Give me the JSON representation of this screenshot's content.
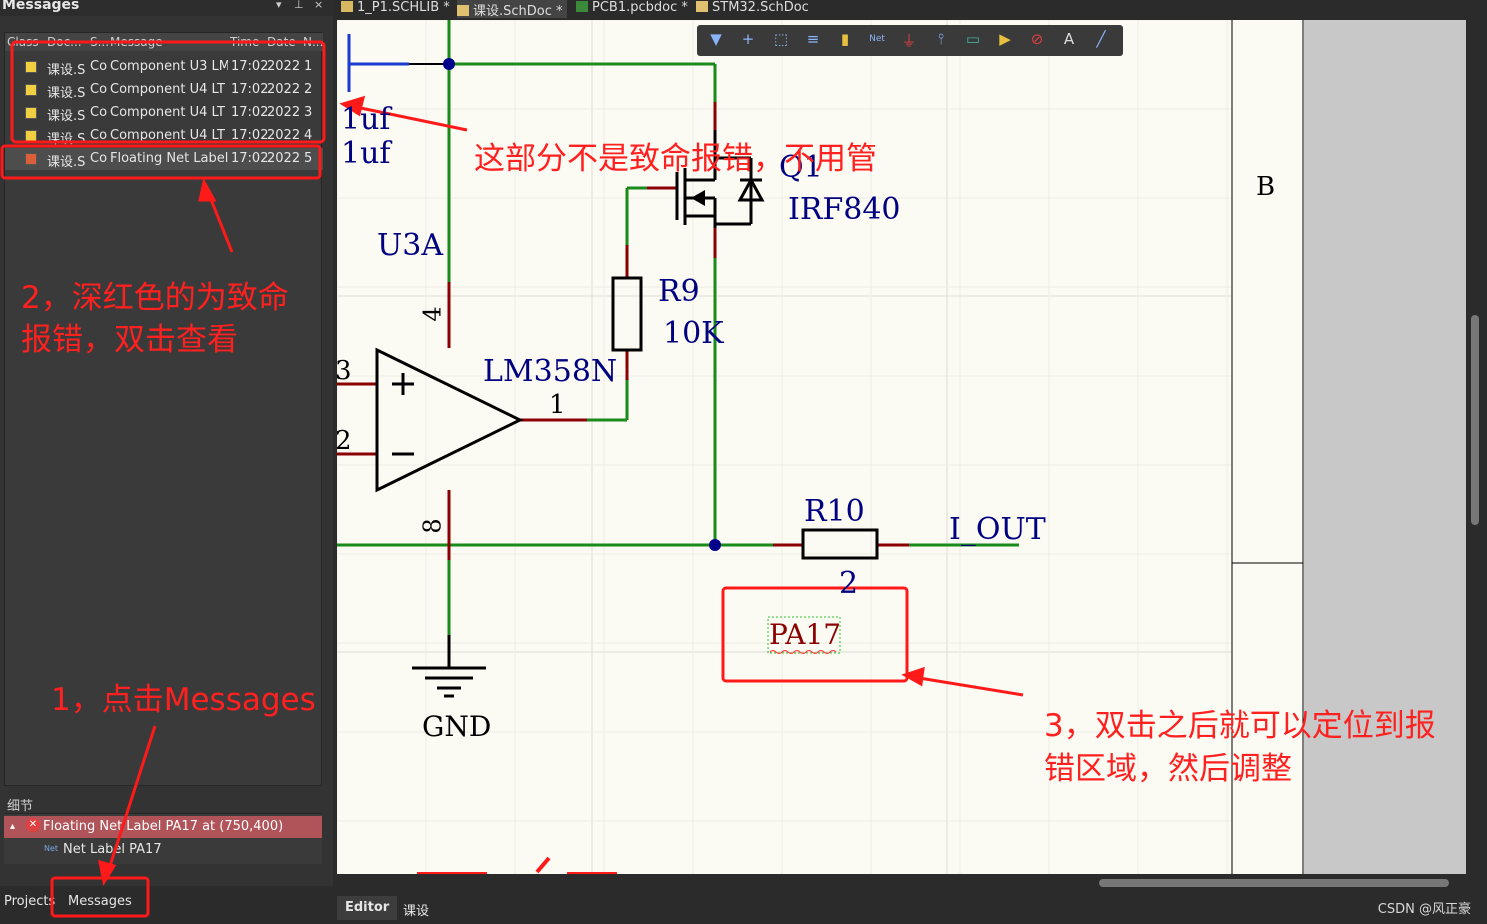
{
  "panel": {
    "title": "Messages",
    "controls": [
      "▾",
      "⊥",
      "×"
    ],
    "columns": [
      "Class",
      "Doc...",
      "S...",
      "Message",
      "Time",
      "Date",
      "N..."
    ],
    "rows": [
      {
        "doc": "课设.S",
        "source": "Co",
        "message": "Component U3 LM",
        "time": "17:02",
        "date": "2022,",
        "num": "1",
        "color": "#f0d040"
      },
      {
        "doc": "课设.S",
        "source": "Co",
        "message": "Component U4 LT",
        "time": "17:02",
        "date": "2022,",
        "num": "2",
        "color": "#f0d040"
      },
      {
        "doc": "课设.S",
        "source": "Co",
        "message": "Component U4 LT",
        "time": "17:02",
        "date": "2022,",
        "num": "3",
        "color": "#f0d040"
      },
      {
        "doc": "课设.S",
        "source": "Co",
        "message": "Component U4 LT",
        "time": "17:02",
        "date": "2022,",
        "num": "4",
        "color": "#f0d040"
      },
      {
        "doc": "课设.S",
        "source": "Co",
        "message": "Floating Net Label",
        "time": "17:02",
        "date": "2022,",
        "num": "5",
        "color": "#d9603a"
      }
    ],
    "detail_title": "细节",
    "detail_error": "Floating Net Label PA17 at (750,400)",
    "detail_child": "Net Label PA17",
    "bottom_tabs": [
      "Projects",
      "Messages"
    ]
  },
  "doc_tabs": [
    "1_P1.SCHLIB *",
    "课设.SchDoc *",
    "PCB1.pcbdoc *",
    "STM32.SchDoc"
  ],
  "editor_tabs": [
    "Editor",
    "课设"
  ],
  "watermark": "CSDN @风正豪",
  "schematic": {
    "cap_values": [
      "1uf",
      "1uf"
    ],
    "u3a": "U3A",
    "lm358": "LM358N",
    "pin4": "4",
    "pin8": "8",
    "pin3": "3",
    "pin2": "2",
    "pin1": "1",
    "q1": "Q1",
    "irf840": "IRF840",
    "r9": "R9",
    "r9_val": "10K",
    "r10": "R10",
    "r10_val": "2",
    "i_out": "I_OUT",
    "pa17": "PA17",
    "gnd": "GND",
    "border_letter": "B"
  },
  "annotations": {
    "a1": "1，点击Messages",
    "a2_line1": "2，深红色的为致命",
    "a2_line2": "报错，双击查看",
    "a_top": "这部分不是致命报错，不用管",
    "a3_line1": "3，双击之后就可以定位到报",
    "a3_line2": "错区域，然后调整"
  },
  "colors": {
    "wire": "#1a8a1a",
    "pin": "#8b0000",
    "text": "#000080",
    "annotation": "#ff2020"
  }
}
